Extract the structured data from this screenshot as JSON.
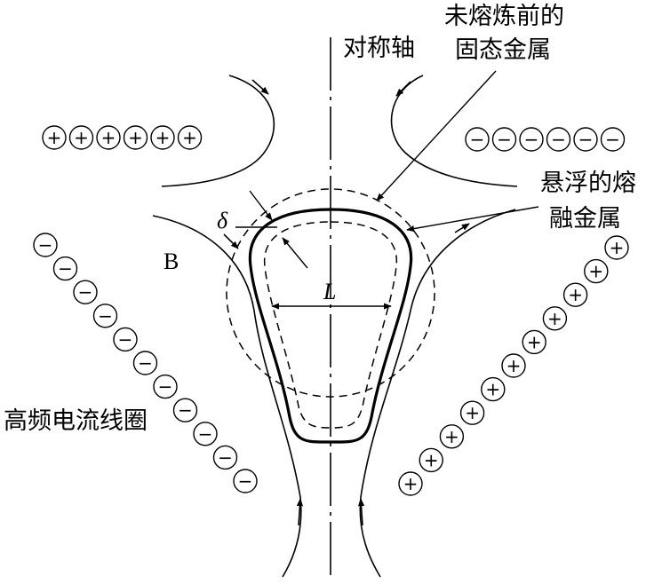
{
  "labels": {
    "axis": "对称轴",
    "solid_line1": "未熔炼前的",
    "solid_line2": "固态金属",
    "molten_line1": "悬浮的熔",
    "molten_line2": "融金属",
    "coil": "高频电流线圈",
    "field": "B",
    "delta": "δ",
    "width": "L"
  },
  "coil_signs": {
    "plus": "+",
    "minus": "−"
  },
  "colors": {
    "ink": "#000000",
    "background": "#ffffff"
  }
}
